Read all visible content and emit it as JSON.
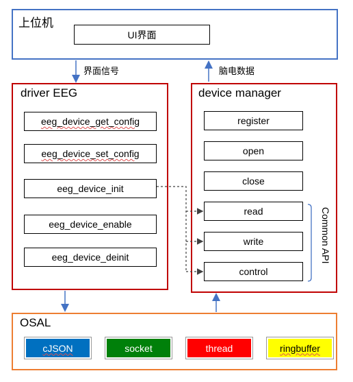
{
  "top": {
    "title": "上位机",
    "ui_box": "UI界面"
  },
  "arrows": {
    "left_label": "界面信号",
    "right_label": "脑电数据"
  },
  "driver": {
    "title": "driver EEG",
    "items": [
      "eeg_device_get_config",
      "eeg_device_set_config",
      "eeg_device_init",
      "eeg_device_enable",
      "eeg_device_deinit"
    ]
  },
  "manager": {
    "title": "device manager",
    "items": [
      "register",
      "open",
      "close",
      "read",
      "write",
      "control"
    ],
    "bracket_label": "Common API"
  },
  "osal": {
    "title": "OSAL",
    "modules": [
      {
        "label": "cJSON",
        "color": "#0070c0",
        "text_color": "#ffffff"
      },
      {
        "label": "socket",
        "color": "#00800a",
        "text_color": "#ffffff"
      },
      {
        "label": "thread",
        "color": "#ff0000",
        "text_color": "#ffffff"
      },
      {
        "label": "ringbuffer",
        "color": "#ffff00",
        "text_color": "#000000"
      }
    ]
  },
  "colors": {
    "top_frame": "#4472c4",
    "driver_frame": "#c00000",
    "manager_frame": "#c00000",
    "osal_frame": "#ed7d31",
    "arrow": "#4472c4"
  }
}
